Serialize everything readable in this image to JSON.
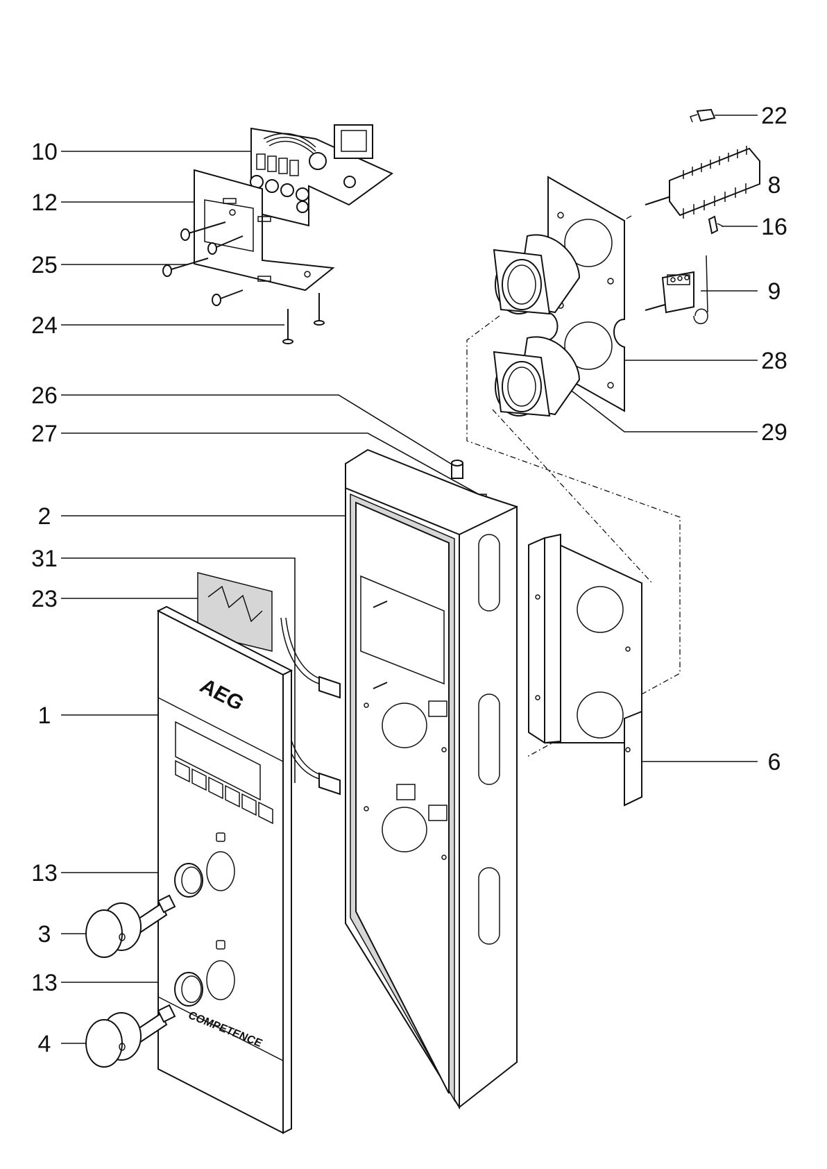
{
  "diagram": {
    "type": "exploded-parts-view",
    "brand_label": "AEG",
    "model_label": "COMPETENCE",
    "callouts": [
      {
        "id": "c22",
        "label": "22"
      },
      {
        "id": "c10",
        "label": "10"
      },
      {
        "id": "c8",
        "label": "8"
      },
      {
        "id": "c12",
        "label": "12"
      },
      {
        "id": "c16",
        "label": "16"
      },
      {
        "id": "c25",
        "label": "25"
      },
      {
        "id": "c9",
        "label": "9"
      },
      {
        "id": "c24",
        "label": "24"
      },
      {
        "id": "c28",
        "label": "28"
      },
      {
        "id": "c26",
        "label": "26"
      },
      {
        "id": "c29",
        "label": "29"
      },
      {
        "id": "c27",
        "label": "27"
      },
      {
        "id": "c2",
        "label": "2"
      },
      {
        "id": "c31",
        "label": "31"
      },
      {
        "id": "c23",
        "label": "23"
      },
      {
        "id": "c1",
        "label": "1"
      },
      {
        "id": "c6",
        "label": "6"
      },
      {
        "id": "c13a",
        "label": "13"
      },
      {
        "id": "c3",
        "label": "3"
      },
      {
        "id": "c13b",
        "label": "13"
      },
      {
        "id": "c4",
        "label": "4"
      }
    ]
  }
}
